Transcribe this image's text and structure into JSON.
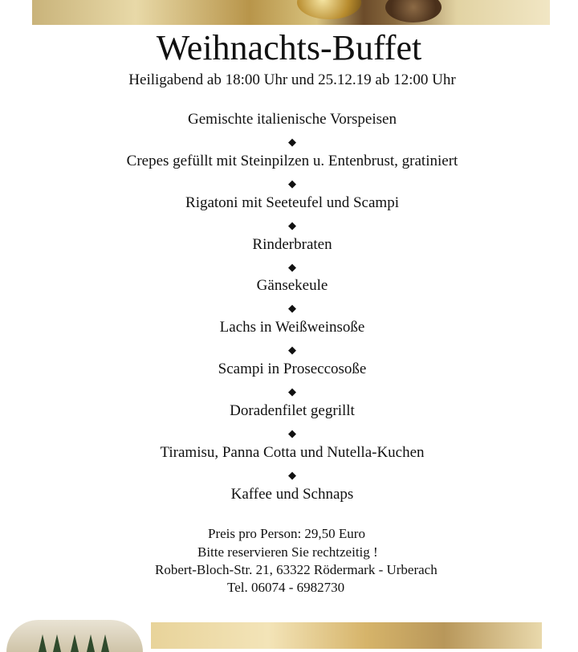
{
  "title": "Weihnachts-Buffet",
  "subtitle": "Heiligabend ab 18:00 Uhr und 25.12.19 ab 12:00 Uhr",
  "separator": "◆",
  "menu": [
    "Gemischte italienische Vorspeisen",
    "Crepes gefüllt mit Steinpilzen u. Entenbrust, gratiniert",
    "Rigatoni mit Seeteufel und Scampi",
    "Rinderbraten",
    "Gänsekeule",
    "Lachs in Weißweinsoße",
    "Scampi in Proseccosoße",
    "Doradenfilet gegrillt",
    "Tiramisu, Panna Cotta und Nutella-Kuchen",
    "Kaffee und Schnaps"
  ],
  "footer": {
    "price": "Preis pro Person: 29,50 Euro",
    "reserve": "Bitte reservieren Sie rechtzeitig !",
    "address": "Robert-Bloch-Str. 21, 63322 Rödermark - Urberach",
    "phone": "Tel. 06074 - 6982730"
  }
}
